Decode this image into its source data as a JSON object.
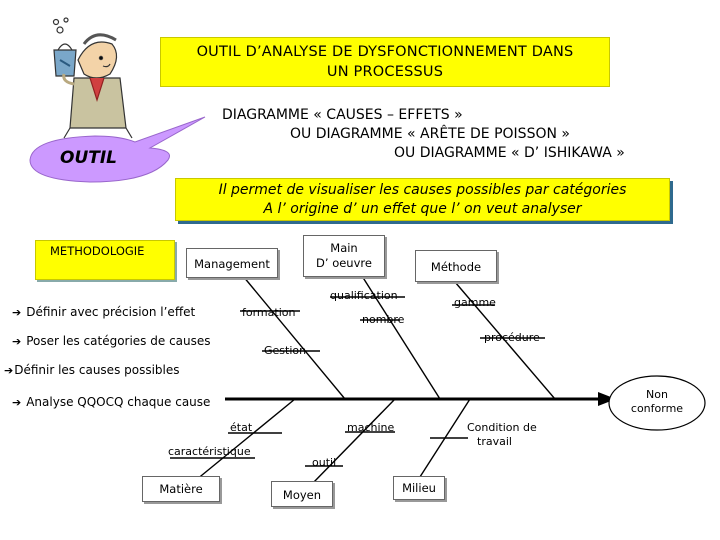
{
  "title": {
    "line1": "OUTIL D’ANALYSE DE DYSFONCTIONNEMENT DANS",
    "line2": "UN PROCESSUS"
  },
  "diagram_names": {
    "line1": "DIAGRAMME  «   CAUSES – EFFETS   »",
    "line2": "OU  DIAGRAMME  «  ARÊTE DE POISSON  »",
    "line3": "OU  DIAGRAMME  «  D’ ISHIKAWA  »"
  },
  "outil_label": "OUTIL",
  "purpose": {
    "line1": "Il permet de visualiser les causes possibles par catégories",
    "line2": "A l’ origine d’ un effet que l’ on veut analyser"
  },
  "methodology": {
    "heading": "METHODOLOGIE",
    "steps": [
      "Définir avec précision l’effet",
      "Poser les catégories de causes",
      "Définir les causes possibles",
      "Analyse QQOCQ chaque cause"
    ]
  },
  "categories": {
    "management": "Management",
    "main_oeuvre_1": "Main",
    "main_oeuvre_2": "D’ oeuvre",
    "methode": "Méthode",
    "matiere": "Matière",
    "moyen": "Moyen",
    "milieu": "Milieu"
  },
  "causes": {
    "formation": "formation",
    "qualification": "qualification",
    "nombre": "nombre",
    "gestion": "Gestion",
    "gamme": "gamme",
    "procedure": "procédure",
    "etat": "état",
    "caracteristique": "caractéristique",
    "machine": "machine",
    "outil": "outil",
    "condition_1": "Condition de",
    "condition_2": "travail"
  },
  "effect": {
    "line1": "Non",
    "line2": "conforme"
  },
  "colors": {
    "highlight": "#ffff00",
    "callout": "#cc99ff",
    "shadow": "#2f6a8e"
  },
  "icons": [
    "cartoon-man-with-bucket-icon",
    "arrow-bullet-icon"
  ]
}
